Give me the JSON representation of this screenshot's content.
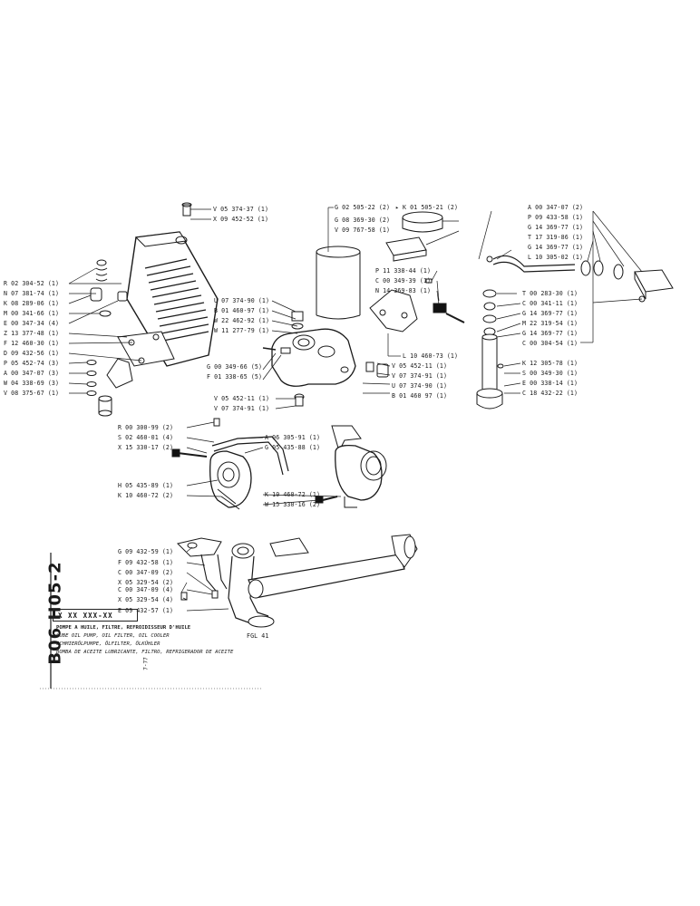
{
  "sheet": {
    "code": "B06 H05-2",
    "title_box": "X  XX XXX-XX",
    "page_ref": "7-77",
    "descriptions": [
      "POMPE A HUILE, FILTRE, REFROIDISSEUR D'HUILE",
      "LUBE OIL PUMP, OIL FILTER, OIL COOLER",
      "SCHMIERÖLPUMPE, ÖLFILTER, ÖLKÜHLER",
      "BOMBA DE ACEITE LUBRICANTE, FILTRO, REFRIGERADOR DE ACEITE"
    ],
    "figure_ref": "FGL 41"
  },
  "labels": {
    "cooler": [
      "V 05 374-37 (1)",
      "X 09 452-52 (1)",
      "R 02 304-52 (1)",
      "N 07 381-74 (1)",
      "K 08 289-06 (1)",
      "M 00 341-66 (1)",
      "E 00 347-34 (4)",
      "Z 13 377-48 (1)",
      "F 12 460-30 (1)",
      "D 09 432-56 (1)",
      "P 05 452-74 (3)",
      "A 00 347-07 (3)",
      "W 04 338-69 (3)",
      "V 08 375-67 (1)"
    ],
    "filter": [
      "G 02 505-22 (2)",
      "K 01 505-21 (2)",
      "G 08 369-30 (2)",
      "V 09 767-58 (1)",
      "P 11 338-44 (1)",
      "C 00 349-39 (1)",
      "N 14 369-83 (1)",
      "L 10 460-73 (1)",
      "V 05 452-11 (1)",
      "V 07 374-91 (1)",
      "U 07 374-90 (1)",
      "B 01 460 97 (1)"
    ],
    "housing": [
      "U 07 374-90 (1)",
      "B 01 460-97 (1)",
      "W 22 462-92 (1)",
      "W 11 277-79 (1)",
      "G 00 349-66 (5)",
      "F 01 338-65 (5)",
      "V 05 452-11 (1)",
      "V 07 374-91 (1)"
    ],
    "pipe": [
      "A 00 347-07 (2)",
      "P 09 433-58 (1)",
      "G 14 369-77 (1)",
      "T 17 319-86 (1)",
      "G 14 369-77 (1)",
      "L 10 305-02 (1)",
      "T 00 283-30 (1)",
      "C 00 341-11 (1)",
      "G 14 369-77 (1)",
      "M 22 319-54 (1)",
      "G 14 369-77 (1)",
      "C 00 304-54 (1)",
      "K 12 305-78 (1)",
      "S 00 349-30 (1)",
      "E 00 338-14 (1)",
      "C 18 432-22 (1)"
    ],
    "pump": [
      "R 00 300-99 (2)",
      "S 02 460-01 (4)",
      "X 15 330-17 (2)",
      "A 06 305-91 (1)",
      "G 05 435-88 (1)",
      "H 05 435-89 (1)",
      "K 10 460-72 (2)",
      "K 10 460-72 (1)",
      "W 15 330-16 (2)"
    ],
    "suction": [
      "G 09 432-59 (1)",
      "F 09 432-58 (1)",
      "C 00 347-09 (2)",
      "X 05 329-54 (2)",
      "C 00 347-09 (4)",
      "X 05 329-54 (4)",
      "E 09 432-57 (1)"
    ]
  }
}
